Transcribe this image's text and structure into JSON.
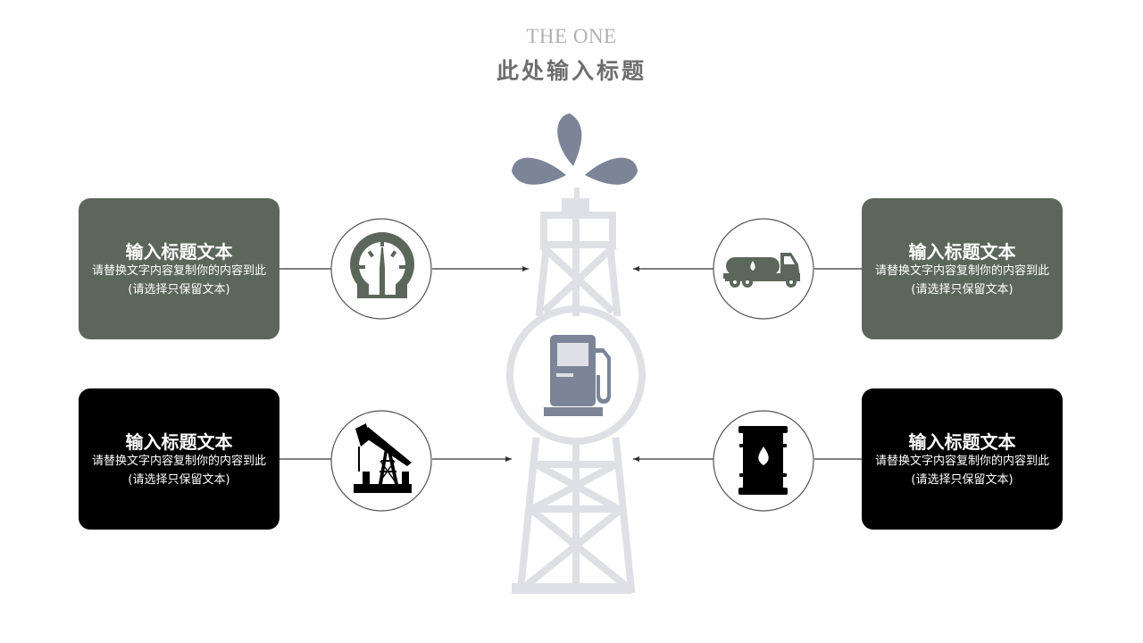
{
  "header": {
    "subtitle_en": "THE ONE",
    "title": "此处输入标题"
  },
  "cards": {
    "top_left": {
      "title": "输入标题文本",
      "line1": "请替换文字内容复制你的内容到此",
      "line2": "(请选择只保留文本)"
    },
    "bottom_left": {
      "title": "输入标题文本",
      "line1": "请替换文字内容复制你的内容到此",
      "line2": "(请选择只保留文本)"
    },
    "top_right": {
      "title": "输入标题文本",
      "line1": "请替换文字内容复制你的内容到此",
      "line2": "(请选择只保留文本)"
    },
    "bottom_right": {
      "title": "输入标题文本",
      "line1": "请替换文字内容复制你的内容到此",
      "line2": "(请选择只保留文本)"
    }
  },
  "icons": {
    "top_left": "pressure-gauge-icon",
    "bottom_left": "pumpjack-icon",
    "top_right": "tanker-truck-icon",
    "bottom_right": "oil-barrel-icon",
    "center": "fuel-pump-icon",
    "tower": "oil-derrick-icon"
  },
  "colors": {
    "green_card": "#5b675a",
    "black_card": "#000000",
    "derrick": "#dfe0e6",
    "slate_blue": "#7b8597",
    "connector": "#333333"
  }
}
